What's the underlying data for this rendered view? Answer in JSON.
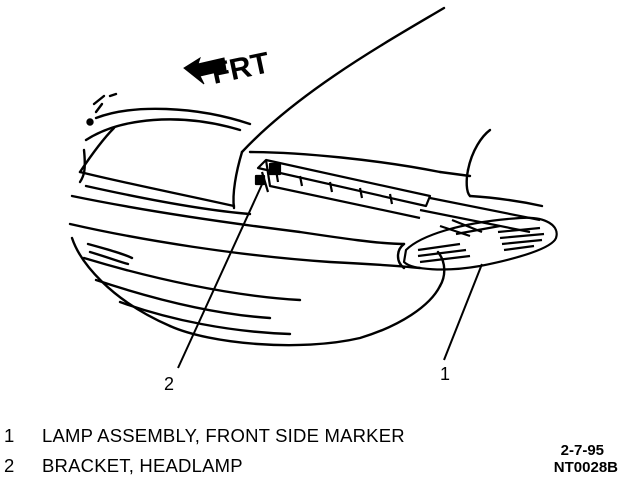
{
  "diagram": {
    "direction_label": "FRT",
    "callouts": [
      {
        "number": "1"
      },
      {
        "number": "2"
      }
    ]
  },
  "legend": [
    {
      "number": "1",
      "text": "LAMP ASSEMBLY, FRONT SIDE MARKER"
    },
    {
      "number": "2",
      "text": "BRACKET, HEADLAMP"
    }
  ],
  "figure_code": {
    "date": "2-7-95",
    "id": "NT0028B"
  },
  "colors": {
    "ink": "#000000",
    "paper": "#ffffff"
  }
}
